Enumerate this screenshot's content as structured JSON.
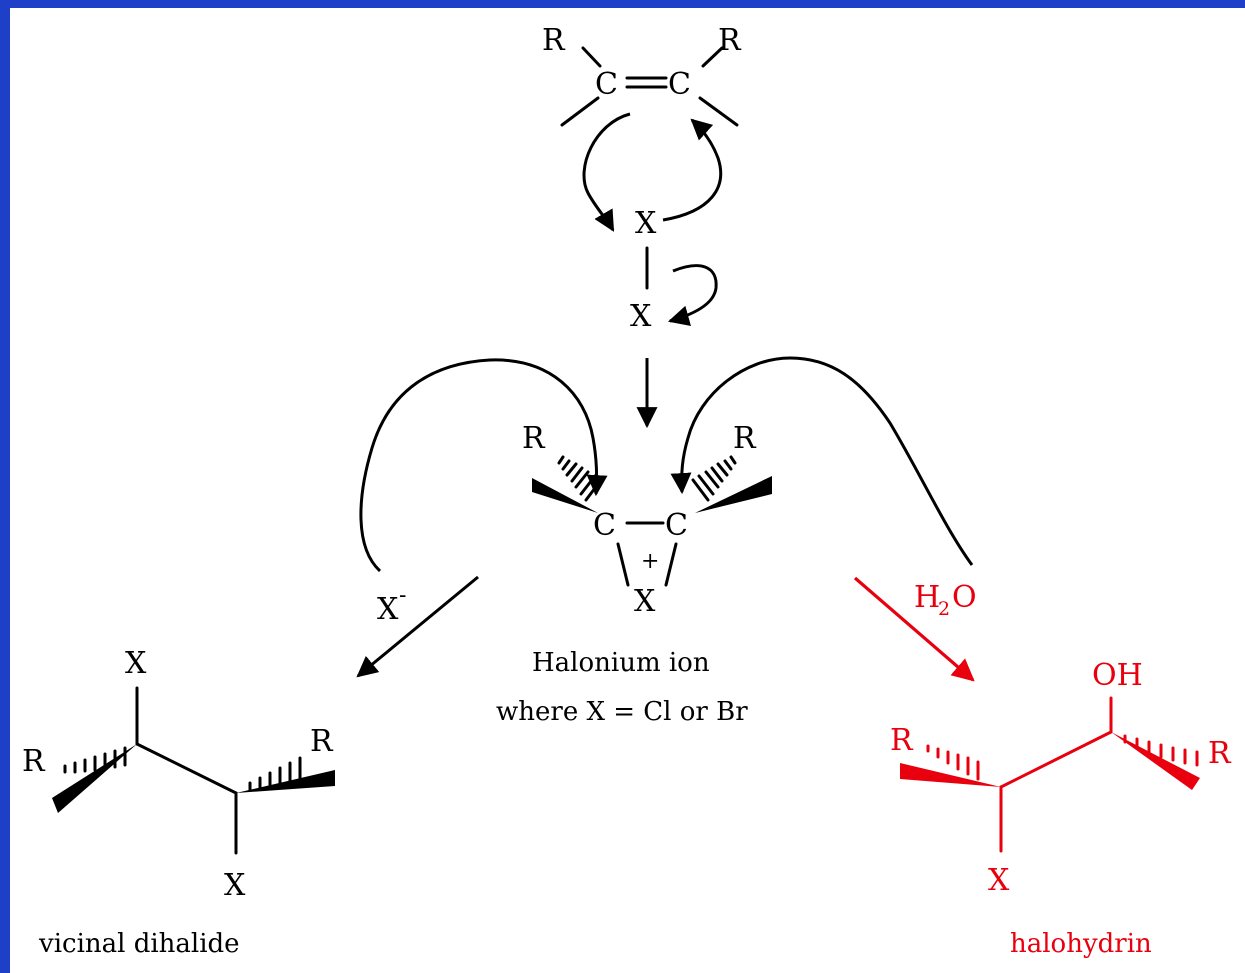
{
  "colors": {
    "frame": "#1e40c8",
    "background": "#ffffff",
    "ink": "#000000",
    "accent_red": "#e8000e"
  },
  "alkene": {
    "r_left": "R",
    "r_right": "R",
    "c_left": "C",
    "c_right": "C"
  },
  "halogen": {
    "x_top": "X",
    "x_bottom": "X"
  },
  "halonium": {
    "r_left": "R",
    "r_right": "R",
    "c_left": "C",
    "c_right": "C",
    "charge": "+",
    "x": "X",
    "name": "Halonium ion",
    "condition": "where X = Cl or Br"
  },
  "reagents": {
    "halide_ion": "X",
    "halide_charge": "-",
    "water_h": "H",
    "water_sub": "2",
    "water_o": "O"
  },
  "dihalide": {
    "x_top": "X",
    "x_bottom": "X",
    "r_left": "R",
    "r_right": "R",
    "name": "vicinal dihalide"
  },
  "halohydrin": {
    "oh": "OH",
    "r_left": "R",
    "r_right": "R",
    "x": "X",
    "name": "halohydrin"
  }
}
